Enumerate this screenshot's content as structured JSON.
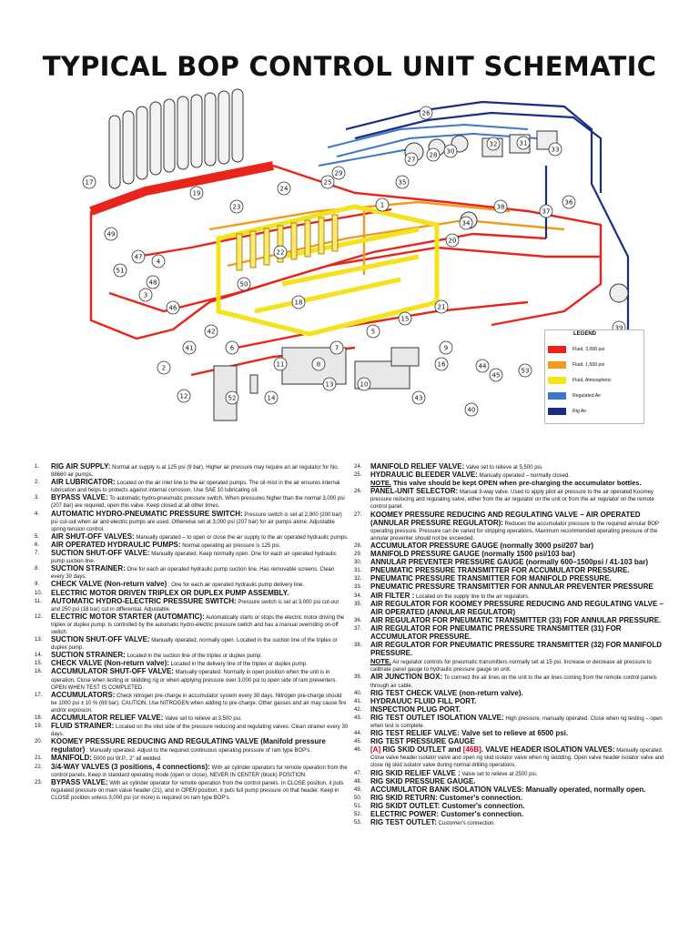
{
  "title": "TYPICAL BOP CONTROL UNIT SCHEMATIC",
  "colors": {
    "fluid_3000": "#e8241b",
    "fluid_1500": "#f29a1d",
    "fluid_atmospheric": "#f4e21a",
    "regulated_air": "#3a78c8",
    "rig_air": "#1b2e80"
  },
  "legend": {
    "title": "LEGEND",
    "items": [
      {
        "label": "Fluid, 3,000 psi",
        "color": "#e8241b"
      },
      {
        "label": "Fluid, 1,500 psi",
        "color": "#f29a1d"
      },
      {
        "label": "Fluid, Atmospheric",
        "color": "#f4e21a"
      },
      {
        "label": "Regulated Air",
        "color": "#3a78c8"
      },
      {
        "label": "Rig Air",
        "color": "#1b2e80"
      }
    ]
  },
  "diagram_callouts": [
    "26",
    "31",
    "32",
    "33",
    "27",
    "28",
    "30",
    "29",
    "25",
    "35",
    "38",
    "37",
    "36",
    "34",
    "17",
    "24",
    "1",
    "49",
    "19",
    "23",
    "47",
    "4",
    "51",
    "22",
    "20",
    "48",
    "3",
    "50",
    "46",
    "42",
    "41",
    "18",
    "5",
    "15",
    "44",
    "21",
    "14",
    "2",
    "8",
    "45",
    "12",
    "52",
    "43",
    "40",
    "13",
    "10",
    "39",
    "53",
    "11",
    "16",
    "9",
    "7",
    "6"
  ],
  "items_left": [
    {
      "n": "1.",
      "name": "RIG AIR SUPPLY:",
      "text": "Normal air supply is at 125 psi (9 bar). Higher air pressure may require an air regulator for No. 88660 air pumps."
    },
    {
      "n": "2.",
      "name": "AIR LUBRICATOR:",
      "text": "Located on the air inlet line to the air operated pumps. The oil-mist in the air ensures internal lubrication and helps to protects against internal corrosion. Use SAE 10 lubricating oil."
    },
    {
      "n": "3.",
      "name": "BYPASS VALVE:",
      "text": "To automatic hydro-pneumatic pressure switch. When pressures higher than the normal 3,000 psi (207 bar) are required, open this valve. Keep closed at all other times."
    },
    {
      "n": "4.",
      "name": "AUTOMATIC HYDRO-PNEUMATIC PRESSURE SWITCH:",
      "text": "Pressure switch is set at 2,900 (200 bar) psi cut-out when air and electric pumps are used. Otherwise set at 3,000 psi (207 bar) for air pumps alone. Adjustable spring tension control."
    },
    {
      "n": "5.",
      "name": "AIR SHUT-OFF VALVES:",
      "text": "Manually operated – to open or close the air supply to the air operated hydraulic pumps."
    },
    {
      "n": "6.",
      "name": "AIR OPERATED HYDRAULIC PUMPS:",
      "text": "Normal operating air pressure is 125 psi."
    },
    {
      "n": "7.",
      "name": "SUCTION SHUT-OFF VALVE:",
      "text": "Manually operated. Keep normally open. One for each air operated hydraulic pump suction line."
    },
    {
      "n": "8.",
      "name": "SUCTION STRAINER:",
      "text": "One for each air operated hydraulic pump suction line. Has removable screens. Clean every 30 days."
    },
    {
      "n": "9.",
      "name": "CHECK VALVE (Non-return valve)",
      "text": ": One for each air operated hydraulic pump delivery line."
    },
    {
      "n": "10.",
      "name": "ELECTRIC MOTOR DRIVEN TRIPLEX OR DUPLEX PUMP ASSEMBLY.",
      "text": ""
    },
    {
      "n": "11.",
      "name": "AUTOMATIC HYDRO-ELECTRIC PRESSURE SWITCH:",
      "text": "Pressure switch is set at 3,000 psi cut-out and 250 psi (18 bar) cut in differential. Adjustable."
    },
    {
      "n": "12.",
      "name": "ELECTRIC MOTOR STARTER (AUTOMATIC):",
      "text": "Automatically starts or stops the electric motor driving the triplex or duplex pump. Is controlled by the automatic hydro-electric pressure switch and has a manual overriding on-off switch."
    },
    {
      "n": "13.",
      "name": "SUCTION SHUT-OFF VALVE:",
      "text": "Manually operated, normally open. Located in the suction line of the triplex or duplex pump."
    },
    {
      "n": "14.",
      "name": "SUCTION STRAINER:",
      "text": "Located in the suction line of the triplex or duplex pump."
    },
    {
      "n": "15.",
      "name": "CHECK VALVE (Non-return valve):",
      "text": "Located in the delivery line of the triplex or duplex pump."
    },
    {
      "n": "16.",
      "name": "ACCUMULATOR SHUT-OFF VALVE:",
      "text": "Manually operated. Normally in open position when the unit is in operation. Close when testing or skidding rig or when applying pressure over 3,000 psi to open side of ram preventers. OPEN WHEN TEST IS COMPLETED."
    },
    {
      "n": "17.",
      "name": "ACCUMULATORS:",
      "text": "Check nitrogen pre-charge in accumulator system every 30 days. Nitrogen pre-charge should be 1000 psi ± 10 % (69 bar). CAUTION. Use NITROGEN when adding to pre-charge. Other gasses and air may cause fire and/or explosion."
    },
    {
      "n": "18.",
      "name": "ACCUMULATOR RELIEF VALVE:",
      "text": "Valve set to relieve at 3,500 psi."
    },
    {
      "n": "19.",
      "name": "FLUID STRAINER:",
      "text": "Located on the inlet side of the pressure reducing and regulating valves. Clean strainer every 30 days."
    },
    {
      "n": "20.",
      "name": "KOOMEY PRESSURE REDUCING AND REGULATING VALVE (Manifold pressure regulator)",
      "text": ": Manually operated. Adjust to the required continuous operating pressure of ram type BOP's."
    },
    {
      "n": "21.",
      "name": "MANIFOLD:",
      "text": "5000 psi W.P., 2\" all welded."
    },
    {
      "n": "22.",
      "name": "3/4-WAY VALVES (3 positions, 4 connections):",
      "text": "With air cylinder operators for remote operation from the control panels. Keep in standard operating mode (open or close), NEVER IN CENTER (block) POSITION."
    },
    {
      "n": "23.",
      "name": "BYPASS VALVE:",
      "text": "With air cylinder operator for remote operation from the control panels. In CLOSE position, it puts regulated pressure on main value header (21), and in OPEN position, it puts full pump pressure on that header. Keep in CLOSE position unless 3,000 psi (or more) is required on ram type BOP's."
    }
  ],
  "items_right": [
    {
      "n": "24.",
      "name": "MANIFOLD RELIEF VALVE:",
      "text": "Valve set to relieve at 5,500 psi."
    },
    {
      "n": "25.",
      "name": "HYDRAULIC BLEEDER VALVE:",
      "text": "Manually operated – normally closed.",
      "note_label": "NOTE.",
      "note": "This valve should be kept OPEN when pre-charging the accumulator bottles."
    },
    {
      "n": "26.",
      "name": "PANEL-UNIT SELECTOR:",
      "text": "Manual 3-way valve. Used to apply pilot air pressure to the air operated Koomey pressure reducing and regulating valve, either from the air regulator on the unit or from the air regulator on the remote control panel."
    },
    {
      "n": "27.",
      "name": "KOOMEY PRESSURE REDUCING AND REGULATING VALVE – AIR OPERATED (ANNULAR PRESSURE REGULATOR):",
      "text": "Reduces the accumulator pressure to the required annular BOP operating pressure. Pressure can be varied for stripping operations. Maximum recommended operating pressure of the annular preventer should not be exceeded."
    },
    {
      "n": "28.",
      "name": "ACCUMULATOR PRESSURE GAUGE (normally 3000 psi/207 bar)",
      "text": ""
    },
    {
      "n": "29.",
      "name": "MANIFOLD PRESSURE GAUGE (normally 1500 psi/103 bar)",
      "text": ""
    },
    {
      "n": "30.",
      "name": "ANNULAR PREVENTER PRESSURE GAUGE (normally 600–1500psi / 41-103 bar)",
      "text": ""
    },
    {
      "n": "31.",
      "name": "PNEUMATIC PRESSURE TRANSMITTER FOR ACCUMULATOR PRESSURE.",
      "text": ""
    },
    {
      "n": "32.",
      "name": "PNEUMATIC PRESSURE TRANSMITTER FOR MANIFOLD PRESSURE.",
      "text": ""
    },
    {
      "n": "33.",
      "name": "PNEUMATIC PRESSURE TRANSMITTER FOR ANNULAR PREVENTER PRESSURE",
      "text": ""
    },
    {
      "n": "34.",
      "name": "AIR FILTER :",
      "text": "Located on the supply line to the air regulators."
    },
    {
      "n": "35.",
      "name": "AIR REGULATOR FOR KOOMEY PRESSURE REDUCING AND REGULATING VALVE – AIR OPERATED (ANNULAR REGULATOR)",
      "text": ""
    },
    {
      "n": "36.",
      "name": "AIR REGULATOR FOR PNEUMATIC TRANSMITTER (33) FOR ANNULAR PRESSURE.",
      "text": ""
    },
    {
      "n": "37.",
      "name": "AIR REGULATOR FOR PNEUMATIC PRESSURE TRANSMITTER (31) FOR ACCUMULATOR PRESSURE.",
      "text": ""
    },
    {
      "n": "38.",
      "name": "AIR REGULATOR FOR PNEUMATIC PRESSURE TRANSMITTER (32) FOR MANIFOLD PRESSURE.",
      "text": "",
      "note_label": "NOTE.",
      "note_plain": "Air regulator controls for pneumatic transmitters normally set at 15 psi. Increase or decrease air pressure to calibrate panel gauge to hydraulic pressure gauge on unit."
    },
    {
      "n": "39.",
      "name": "AIR JUNCTION BOX:",
      "text": "To connect the air lines on the unit to the air lines coming from the remote control panels through air cable."
    },
    {
      "n": "40.",
      "name": "RIG TEST CHECK VALVE (non-return valve).",
      "text": ""
    },
    {
      "n": "41.",
      "name": "HYDRAUUC FLUID FILL PORT.",
      "text": ""
    },
    {
      "n": "42.",
      "name": "INSPECTION PLUG PORT.",
      "text": ""
    },
    {
      "n": "43.",
      "name": "RIG TEST OUTLET ISOLATION VALVE:",
      "text": "High pressure, manually operated. Close when rig testing – open when test is complete."
    },
    {
      "n": "44.",
      "name": "RIG TEST RELIEF VALVE: Valve set to relieve at 6500 psi.",
      "text": ""
    },
    {
      "n": "45.",
      "name": "RIG TEST PRESSURE GAUGE",
      "text": ""
    },
    {
      "n": "46.",
      "name_red1": "[A]",
      "name_mid1": "RIG SKID OUTLET and",
      "name_red2": "[46B]",
      "name_mid2": ". VALVE HEADER ISOLATION VALVES:",
      "text": "Manually operated. Close valve header isolator valve and open rig skid isolator valve when rig skidding. Open valve header isolator valve and close rig skid isolator valve during normal drilling operations."
    },
    {
      "n": "47.",
      "name": "RIG SKID RELIEF VALVE :",
      "text": "Valve set to relieve at 2500 psi."
    },
    {
      "n": "48.",
      "name": "RIG SKID PRESSURE GAUGE.",
      "text": ""
    },
    {
      "n": "49.",
      "name": "ACCUMULATOR BANK ISOLATION VALVES: Manually operated, normally open.",
      "text": ""
    },
    {
      "n": "50.",
      "name": "RIG SKID RETURN: Customer's connection.",
      "text": ""
    },
    {
      "n": "51.",
      "name": "RIG SKIDT OUTLET: Customer's connection.",
      "text": ""
    },
    {
      "n": "52.",
      "name": "ELECTRIC POWER: Customer's connection.",
      "text": ""
    },
    {
      "n": "53.",
      "name": "RIG TEST OUTLET:",
      "text": "Customer's connection."
    }
  ]
}
